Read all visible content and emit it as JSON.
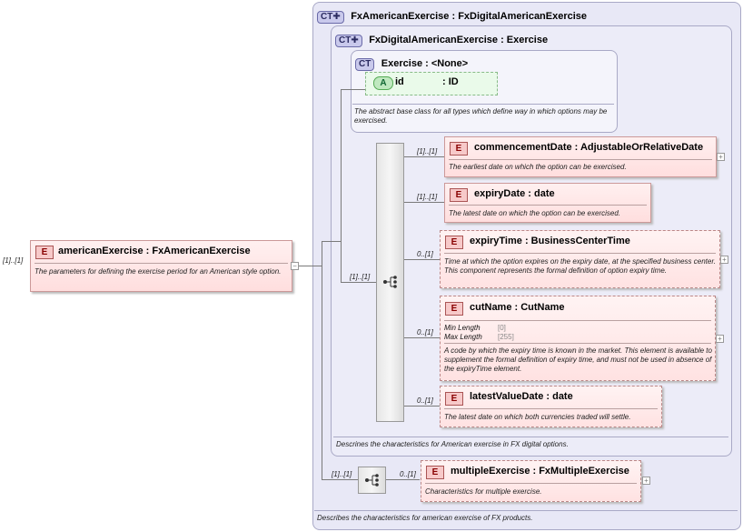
{
  "root": {
    "badge": "E",
    "title": "americanExercise : FxAmericanExercise",
    "description": "The parameters for defining the exercise period for an American style option.",
    "cardinality": "[1]..[1]",
    "collapse_glyph": "−"
  },
  "ct_outer": {
    "badge": "CT",
    "title": "FxAmericanExercise : FxDigitalAmericanExercise",
    "description": "Describes the characteristics for american exercise of FX products."
  },
  "ct_mid": {
    "badge": "CT",
    "title": "FxDigitalAmericanExercise : Exercise",
    "description": "Descrines the characteristics for American exercise in FX digital options."
  },
  "ct_inner": {
    "badge": "CT",
    "title": "Exercise : <None>",
    "attribute": {
      "badge": "A",
      "name": "id",
      "type": ": ID"
    },
    "description": "The abstract base class for all types which define way in which options may be exercised."
  },
  "sequence_cardinality": "[1]..[1]",
  "elements": [
    {
      "cardinality": "[1]..[1]",
      "badge": "E",
      "title": "commencementDate : AdjustableOrRelativeDate",
      "description": "The earliest date on which the option can be exercised.",
      "expand": "+"
    },
    {
      "cardinality": "[1]..[1]",
      "badge": "E",
      "title": "expiryDate : date",
      "description": "The latest date on which the option can be exercised."
    },
    {
      "cardinality": "0..[1]",
      "badge": "E",
      "title": "expiryTime : BusinessCenterTime",
      "description": "Time at which the option expires on the expiry date, at the specified business center. This component represents the formal definition of option expiry time.",
      "expand": "+"
    },
    {
      "cardinality": "0..[1]",
      "badge": "E",
      "title": "cutName : CutName",
      "facets": [
        {
          "label": "Min Length",
          "value": "[0]"
        },
        {
          "label": "Max Length",
          "value": "[255]"
        }
      ],
      "description": "A code by which the expiry time is known in the market. This element is available to supplement the formal definition of expiry time, and must not be used in absence of the expiryTime element.",
      "expand": "+"
    },
    {
      "cardinality": "0..[1]",
      "badge": "E",
      "title": "latestValueDate : date",
      "description": "The latest date on which both currencies traded will settle."
    }
  ],
  "multiple": {
    "seq_cardinality": "[1]..[1]",
    "cardinality": "0..[1]",
    "badge": "E",
    "title": "multipleExercise : FxMultipleExercise",
    "description": "Characteristics for multiple exercise.",
    "expand": "+"
  },
  "colors": {
    "ct_fill": "#e8e8f6",
    "ct_border": "#a9a9c6",
    "element_fill": "#ffdede",
    "attribute_fill": "#e4f7e4"
  },
  "icons": {
    "sequence": "sequence-compositor-icon",
    "ct": "complex-type-icon"
  }
}
